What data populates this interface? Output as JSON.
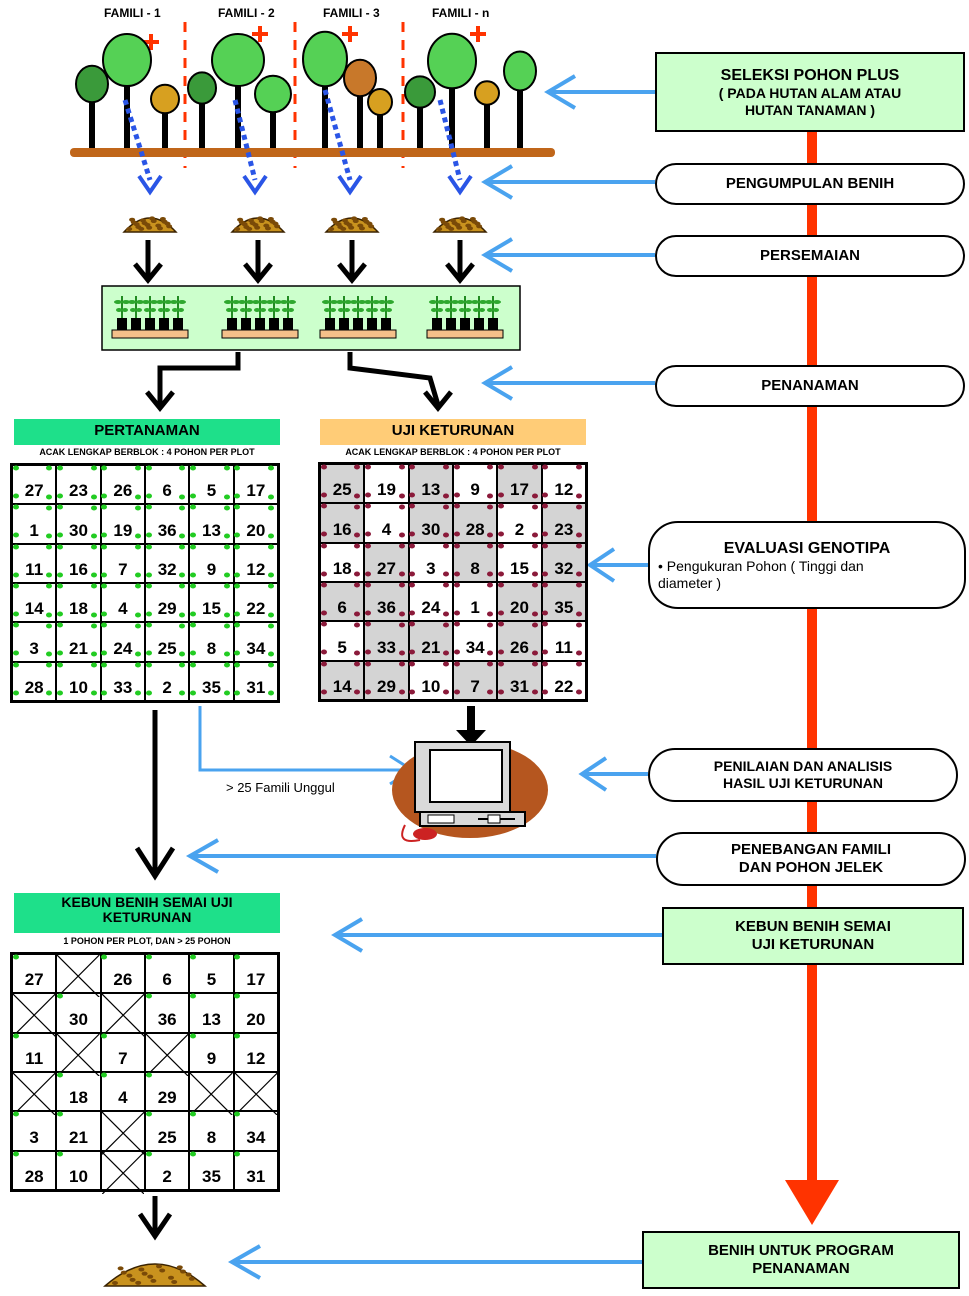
{
  "colors": {
    "arrow_blue": "#4aa3ef",
    "main_flow_red": "#ff3300",
    "family_divider": "#ff3300",
    "ground": "#c0661a",
    "green_header": "#1ee08a",
    "orange_header": "#ffcc77",
    "light_green_box": "#ccffcc",
    "tree_green": "#3fbf3f",
    "seed_brown": "#b8860b",
    "dot_green": "#22cc22",
    "dot_maroon": "#8b1a3a",
    "shaded_cell": "#d4d4d4"
  },
  "families": [
    "FAMILI - 1",
    "FAMILI - 2",
    "FAMILI - 3",
    "FAMILI - n"
  ],
  "steps": {
    "seleksi": {
      "line1": "SELEKSI POHON PLUS",
      "line2": "( PADA HUTAN ALAM ATAU",
      "line3": "HUTAN TANAMAN )"
    },
    "pengumpulan": "PENGUMPULAN BENIH",
    "persemaian": "PERSEMAIAN",
    "penanaman": "PENANAMAN",
    "evaluasi": {
      "title": "EVALUASI GENOTIPA",
      "line1": "• Pengukuran Pohon ( Tinggi dan",
      "line2": "diameter )"
    },
    "penilaian": {
      "line1": "PENILAIAN DAN ANALISIS",
      "line2": "HASIL UJI KETURUNAN"
    },
    "penebangan": {
      "line1": "PENEBANGAN FAMILI",
      "line2": "DAN POHON JELEK"
    },
    "kebun": {
      "line1": "KEBUN BENIH SEMAI",
      "line2": "UJI KETURUNAN"
    },
    "benih": {
      "line1": "BENIH UNTUK PROGRAM",
      "line2": "PENANAMAN"
    }
  },
  "pertanaman": {
    "title": "PERTANAMAN",
    "subtitle": "ACAK LENGKAP BERBLOK :  4 POHON PER PLOT",
    "cells": [
      [
        27,
        23,
        26,
        6,
        5,
        17
      ],
      [
        1,
        30,
        19,
        36,
        13,
        20
      ],
      [
        11,
        16,
        7,
        32,
        9,
        12
      ],
      [
        14,
        18,
        4,
        29,
        15,
        22
      ],
      [
        3,
        21,
        24,
        25,
        8,
        34
      ],
      [
        28,
        10,
        33,
        2,
        35,
        31
      ]
    ]
  },
  "uji": {
    "title": "UJI KETURUNAN",
    "subtitle": "ACAK LENGKAP BERBLOK :  4 POHON PER PLOT",
    "cells": [
      [
        25,
        19,
        13,
        9,
        17,
        12
      ],
      [
        16,
        4,
        30,
        28,
        2,
        23
      ],
      [
        18,
        27,
        3,
        8,
        15,
        32
      ],
      [
        6,
        36,
        24,
        1,
        20,
        35
      ],
      [
        5,
        33,
        21,
        34,
        26,
        11
      ],
      [
        14,
        29,
        10,
        7,
        31,
        22
      ]
    ],
    "shaded": [
      [
        1,
        0,
        1,
        0,
        1,
        0
      ],
      [
        1,
        0,
        1,
        1,
        0,
        1
      ],
      [
        0,
        1,
        0,
        1,
        0,
        1
      ],
      [
        1,
        1,
        0,
        0,
        1,
        1
      ],
      [
        0,
        1,
        1,
        0,
        1,
        0
      ],
      [
        1,
        1,
        0,
        1,
        1,
        0
      ]
    ]
  },
  "kebun_grid": {
    "title_line1": "KEBUN BENIH SEMAI UJI",
    "title_line2": "KETURUNAN",
    "subtitle": "1 POHON PER PLOT, DAN  > 25 POHON",
    "cells": [
      [
        27,
        null,
        26,
        6,
        5,
        17
      ],
      [
        null,
        30,
        null,
        36,
        13,
        20
      ],
      [
        11,
        null,
        7,
        null,
        9,
        12
      ],
      [
        null,
        18,
        4,
        29,
        null,
        null
      ],
      [
        3,
        21,
        null,
        25,
        8,
        34
      ],
      [
        28,
        10,
        null,
        2,
        35,
        31
      ]
    ]
  },
  "famili_unggul": "> 25 Famili Unggul"
}
